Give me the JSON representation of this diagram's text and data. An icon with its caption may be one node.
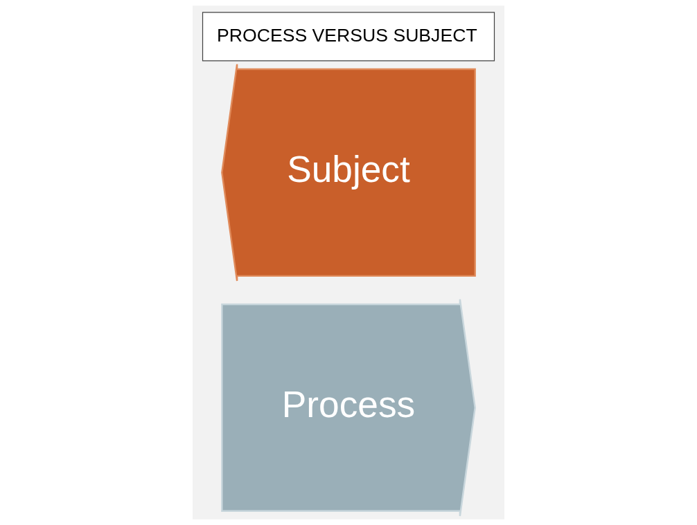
{
  "diagram": {
    "title": "PROCESS VERSUS SUBJECT",
    "nodes": [
      {
        "text": [
          "Process"
        ]
      },
      {
        "text": [
          "Subject"
        ]
      }
    ]
  }
}
